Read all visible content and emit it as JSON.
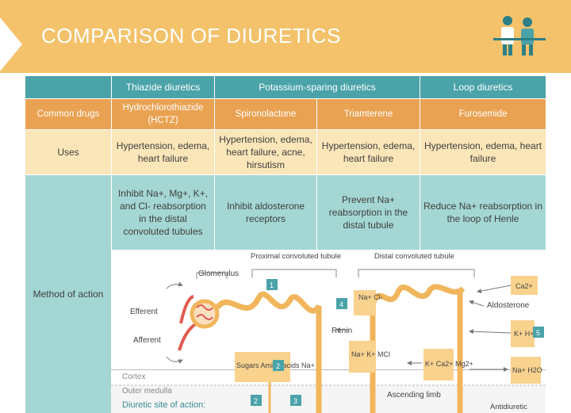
{
  "header": {
    "title": "COMPARISON OF DIURETICS"
  },
  "table": {
    "columns": [
      "Thiazide diuretics",
      "Potassium-sparing diuretics",
      "Loop diuretics"
    ],
    "drugs_label": "Common drugs",
    "drugs": [
      "Hydrochlorothiazide (HCTZ)",
      "Spironolactone",
      "Triamterene",
      "Furosemide"
    ],
    "uses_label": "Uses",
    "uses": [
      "Hypertension, edema, heart failure",
      "Hypertension, edema, heart failure, acne, hirsutism",
      "Hypertension, edema, heart failure",
      "Hypertension, edema, heart failure"
    ],
    "moa_label": "Method of action",
    "moa": [
      "Inhibit Na+, Mg+, K+, and Cl- reabsorption in the distal convoluted tubules",
      "Inhibit aldosterone receptors",
      "Prevent Na+ reabsorption in the distal tubule",
      "Reduce Na+ reabsorption in the loop of Henle"
    ]
  },
  "diagram": {
    "glomerulus": "Glomerulus",
    "proximal": "Proximal convoluted tubule",
    "distal": "Distal convoluted tubule",
    "efferent": "Efferent",
    "afferent": "Afferent",
    "cortex": "Cortex",
    "outer_medulla": "Outer medulla",
    "site_label": "Diuretic site of action:",
    "renin": "Renin",
    "aldosterone": "Aldosterone",
    "ascending_limb": "Ascending limb",
    "antidiuretic": "Antidiuretic",
    "box_nacl": "Na+ Cl-",
    "box_nakmcl": "Na+ K+ MCl",
    "box_kcamg": "K+ Ca2+ Mg2+",
    "box_sugars": "Sugars Amino acids Na+",
    "box_ca": "Ca2+",
    "box_kh": "K+ H+",
    "box_nah2o": "Na+ H2O",
    "num_1": "1",
    "num_2": "2",
    "num_3": "3",
    "num_4": "4",
    "num_5": "5"
  }
}
